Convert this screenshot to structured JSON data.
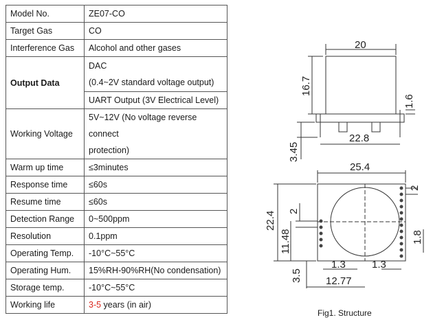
{
  "table": {
    "rows": [
      {
        "k": "Model No.",
        "v": "ZE07-CO"
      },
      {
        "k": "Target Gas",
        "v": "CO"
      },
      {
        "k": "Interference Gas",
        "v": "Alcohol and other gases"
      },
      {
        "k": "Output Data",
        "v1": "DAC",
        "v2": "(0.4~2V standard voltage output)",
        "v3": "UART Output (3V Electrical Level)"
      },
      {
        "k": "Working Voltage",
        "v1": "5V~12V (No voltage reverse connect",
        "v2": "protection)"
      },
      {
        "k": "Warm up time",
        "v": "≤3minutes"
      },
      {
        "k": "Response time",
        "v": "≤60s"
      },
      {
        "k": "Resume time",
        "v": "≤60s"
      },
      {
        "k": "Detection Range",
        "v": "0~500ppm"
      },
      {
        "k": "Resolution",
        "v": "0.1ppm"
      },
      {
        "k": "Operating Temp.",
        "v": "-10°C~55°C"
      },
      {
        "k": "Operating Hum.",
        "v": "15%RH-90%RH(No condensation)"
      },
      {
        "k": "Storage temp.",
        "v": "-10°C~55°C"
      },
      {
        "k": "Working life",
        "v_hl": "3-5",
        "v_rest": " years (in air)"
      }
    ]
  },
  "figure": {
    "caption": "Fig1. Structure",
    "dims": {
      "top_width": "20",
      "height": "16.7",
      "pin_stub": "1.6",
      "pin_length": "3.45",
      "pin_span": "22.8",
      "bottom_width": "25.4",
      "bottom_height": "22.4",
      "pitch_left": "2",
      "pitch_right": "2",
      "offset_left": "11.48",
      "offset_right": "1.8",
      "margin_left": "1.3",
      "margin_right": "1.3",
      "bottom_offset": "3.5",
      "bottom_span": "12.77"
    }
  }
}
